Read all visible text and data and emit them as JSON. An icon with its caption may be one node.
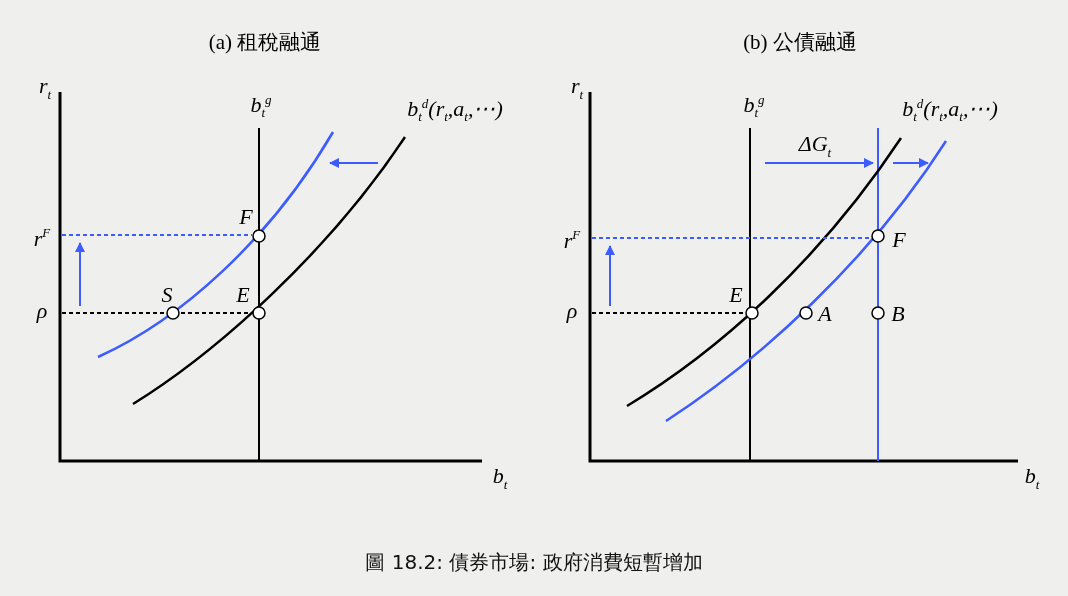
{
  "diagram": {
    "caption": "圖 18.2: 債券市場: 政府消費短暫增加",
    "labels": [
      "(a) 租稅融通",
      "(b) 公債融通",
      "r$_{t}$",
      "b$_{t}$$^{g}$",
      "b$_{t}$$^{d}$(r$_{t}$,a$_{t}$,⋯)",
      "F",
      "r$^{F}$",
      "S",
      "E",
      "ρ",
      "b$_{t}$",
      "r$_{t}$",
      "b$_{t}$$^{g}$",
      "b$_{t}$$^{d}$(r$_{t}$,a$_{t}$,⋯)",
      "ΔG$_{t}$",
      "r$^{F}$",
      "F",
      "E",
      "ρ",
      "A",
      "B",
      "b$_{t}$"
    ]
  }
}
